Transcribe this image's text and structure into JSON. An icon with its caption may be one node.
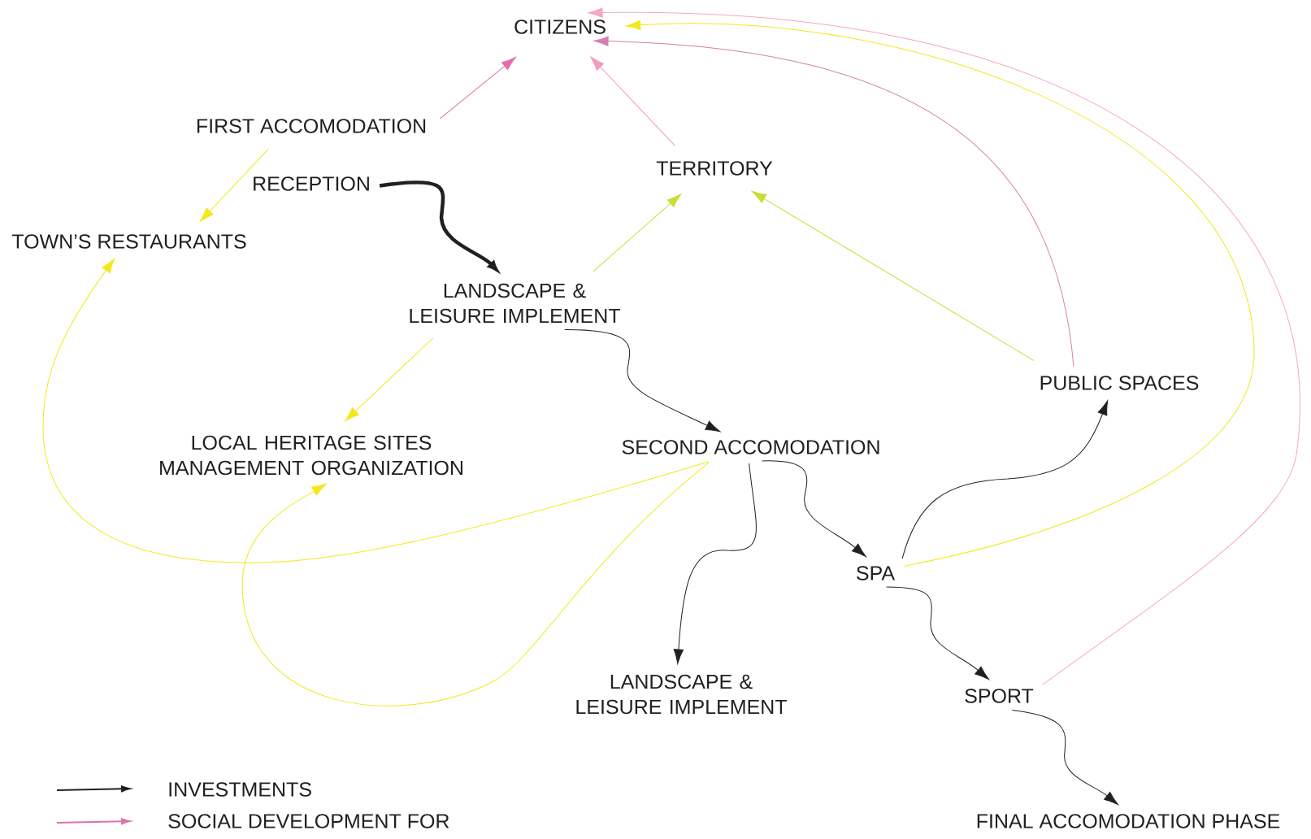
{
  "diagram": {
    "nodes": [
      {
        "text": [
          "CITIZENS"
        ]
      },
      {
        "text": [
          "FIRST ACCOMODATION"
        ]
      },
      {
        "text": [
          "RECEPTION"
        ]
      },
      {
        "text": [
          "TOWN’S RESTAURANTS"
        ]
      },
      {
        "text": [
          "TERRITORY"
        ]
      },
      {
        "text": [
          "LANDSCAPE & LEISURE IMPLEMENT"
        ]
      },
      {
        "text": [
          "LOCAL HERITAGE SITES MANAGEMENT ORGANIZATION"
        ]
      },
      {
        "text": [
          "SECOND ACCOMODATION"
        ]
      },
      {
        "text": [
          "PUBLIC SPACES"
        ]
      },
      {
        "text": [
          "SPA"
        ]
      },
      {
        "text": [
          "LANDSCAPE & LEISURE IMPLEMENT"
        ]
      },
      {
        "text": [
          "SPORT"
        ]
      },
      {
        "text": [
          "FINAL ACCOMODATION PHASE"
        ]
      }
    ],
    "edges": [
      {
        "from": 1,
        "to": 0,
        "arrow": "to",
        "color": "#e070ac"
      },
      {
        "from": 4,
        "to": 0,
        "arrow": "to",
        "color": "#f29ac0"
      },
      {
        "from": 1,
        "to": 3,
        "arrow": "to",
        "color": "#f2e81c"
      },
      {
        "from": 2,
        "to": 5,
        "arrow": "to",
        "style": "thick"
      },
      {
        "from": 5,
        "to": 4,
        "arrow": "to",
        "color": "#c9dd33"
      },
      {
        "from": 5,
        "to": 6,
        "arrow": "to",
        "color": "#f2e81c"
      },
      {
        "from": 5,
        "to": 7,
        "arrow": "to"
      },
      {
        "from": 8,
        "to": 4,
        "arrow": "to",
        "color": "#c9dd33"
      },
      {
        "from": 8,
        "to": 0,
        "arrow": "to",
        "color": "#d47eb2"
      },
      {
        "from": 9,
        "to": 0,
        "arrow": "to",
        "color": "#f2e81c"
      },
      {
        "from": 11,
        "to": 0,
        "arrow": "to",
        "color": "#f5a6c4"
      },
      {
        "from": 7,
        "to": 3,
        "arrow": "to",
        "color": "#f2e81c"
      },
      {
        "from": 7,
        "to": 6,
        "arrow": "to",
        "color": "#f2e81c"
      },
      {
        "from": 7,
        "to": 10,
        "arrow": "to"
      },
      {
        "from": 7,
        "to": 9,
        "arrow": "to"
      },
      {
        "from": 9,
        "to": 8,
        "arrow": "to"
      },
      {
        "from": 9,
        "to": 11,
        "arrow": "to"
      },
      {
        "from": 11,
        "to": 12,
        "arrow": "to"
      }
    ],
    "legend": [
      {
        "text": "INVESTMENTS"
      },
      {
        "text": "SOCIAL DEVELOPMENT FOR"
      }
    ]
  }
}
